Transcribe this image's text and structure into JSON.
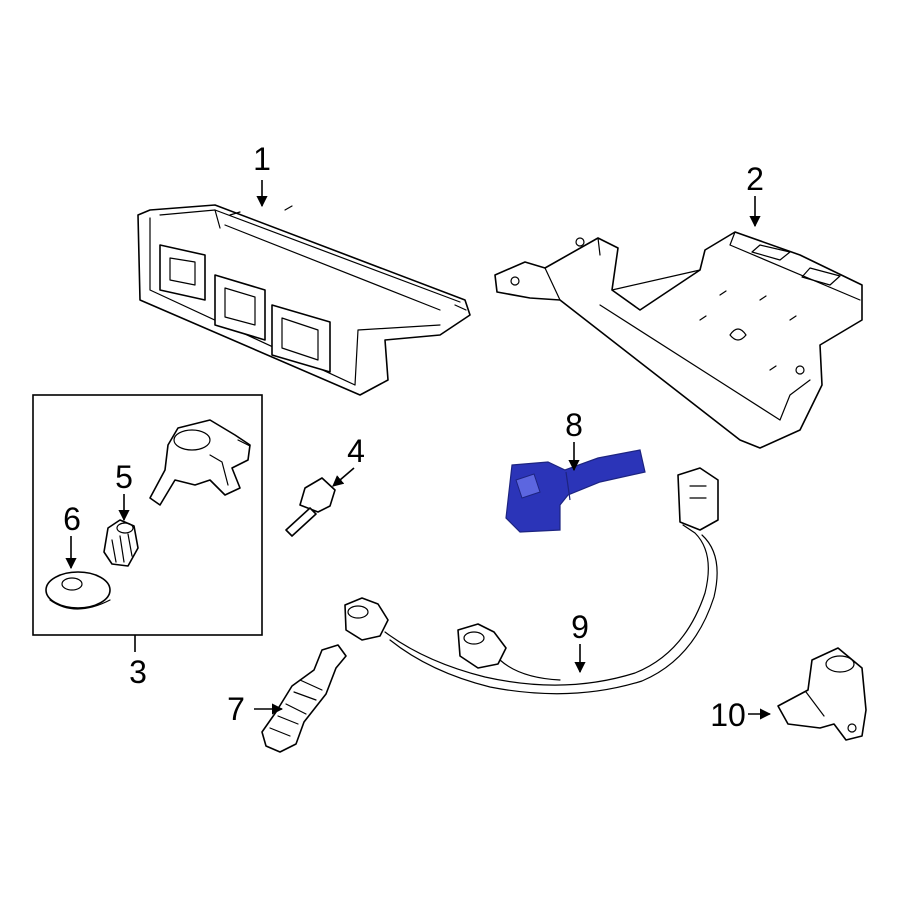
{
  "callouts": {
    "p1": "1",
    "p2": "2",
    "p3": "3",
    "p4": "4",
    "p5": "5",
    "p6": "6",
    "p7": "7",
    "p8": "8",
    "p9": "9",
    "p10": "10"
  },
  "colors": {
    "background": "#ffffff",
    "line": "#000000",
    "highlight_part": "#2b34b8"
  },
  "highlighted_callout": "8"
}
